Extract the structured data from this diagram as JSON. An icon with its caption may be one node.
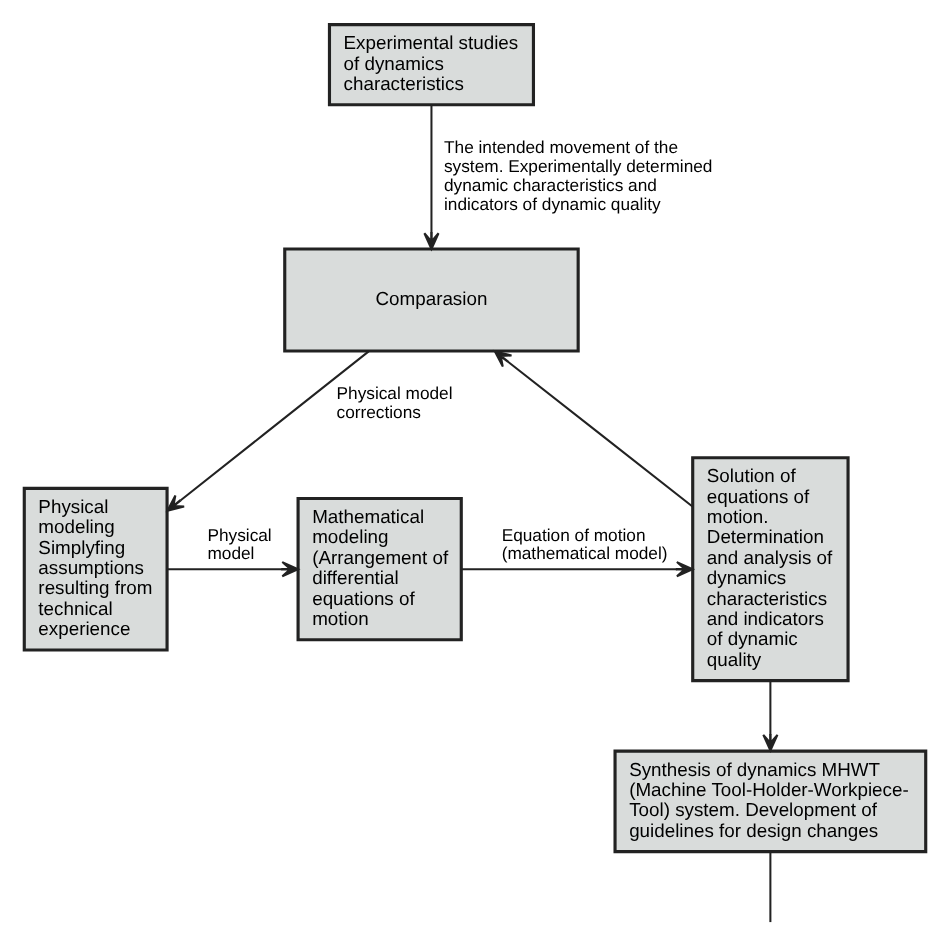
{
  "diagram": {
    "nodes": [
      {
        "text": [
          "Experimental studies of dynamics characteristics"
        ]
      },
      {
        "text": [
          "Comparasion"
        ]
      },
      {
        "text": [
          "Physical modeling Simplyfing assumptions resulting from technical experience"
        ]
      },
      {
        "text": [
          "Mathematical modeling (Arrangement of differential equations of motion"
        ]
      },
      {
        "text": [
          "Solution of equations of motion. Determination and analysis of dynamics characteristics and indicators of dynamic quality"
        ]
      },
      {
        "text": [
          "Synthesis of dynamics MHWT (Machine Tool-Holder-Workpiece-Tool) system. Development of guidelines for design changes"
        ]
      }
    ],
    "edges": [
      {
        "from": 0,
        "to": 1,
        "arrow": "to",
        "label": "The intended movement of the system. Experimentally determined dynamic characteristics and indicators of dynamic quality"
      },
      {
        "from": 1,
        "to": 2,
        "arrow": "to",
        "label": "Physical model corrections"
      },
      {
        "from": 2,
        "to": 3,
        "arrow": "to",
        "label": "Physical model"
      },
      {
        "from": 3,
        "to": 4,
        "arrow": "to",
        "label": "Equation of motion (mathematical model)"
      },
      {
        "from": 4,
        "to": 1,
        "arrow": "to"
      },
      {
        "from": 4,
        "to": 5,
        "arrow": "to"
      },
      {
        "from": 5,
        "to": null,
        "arrow": "none"
      }
    ]
  }
}
